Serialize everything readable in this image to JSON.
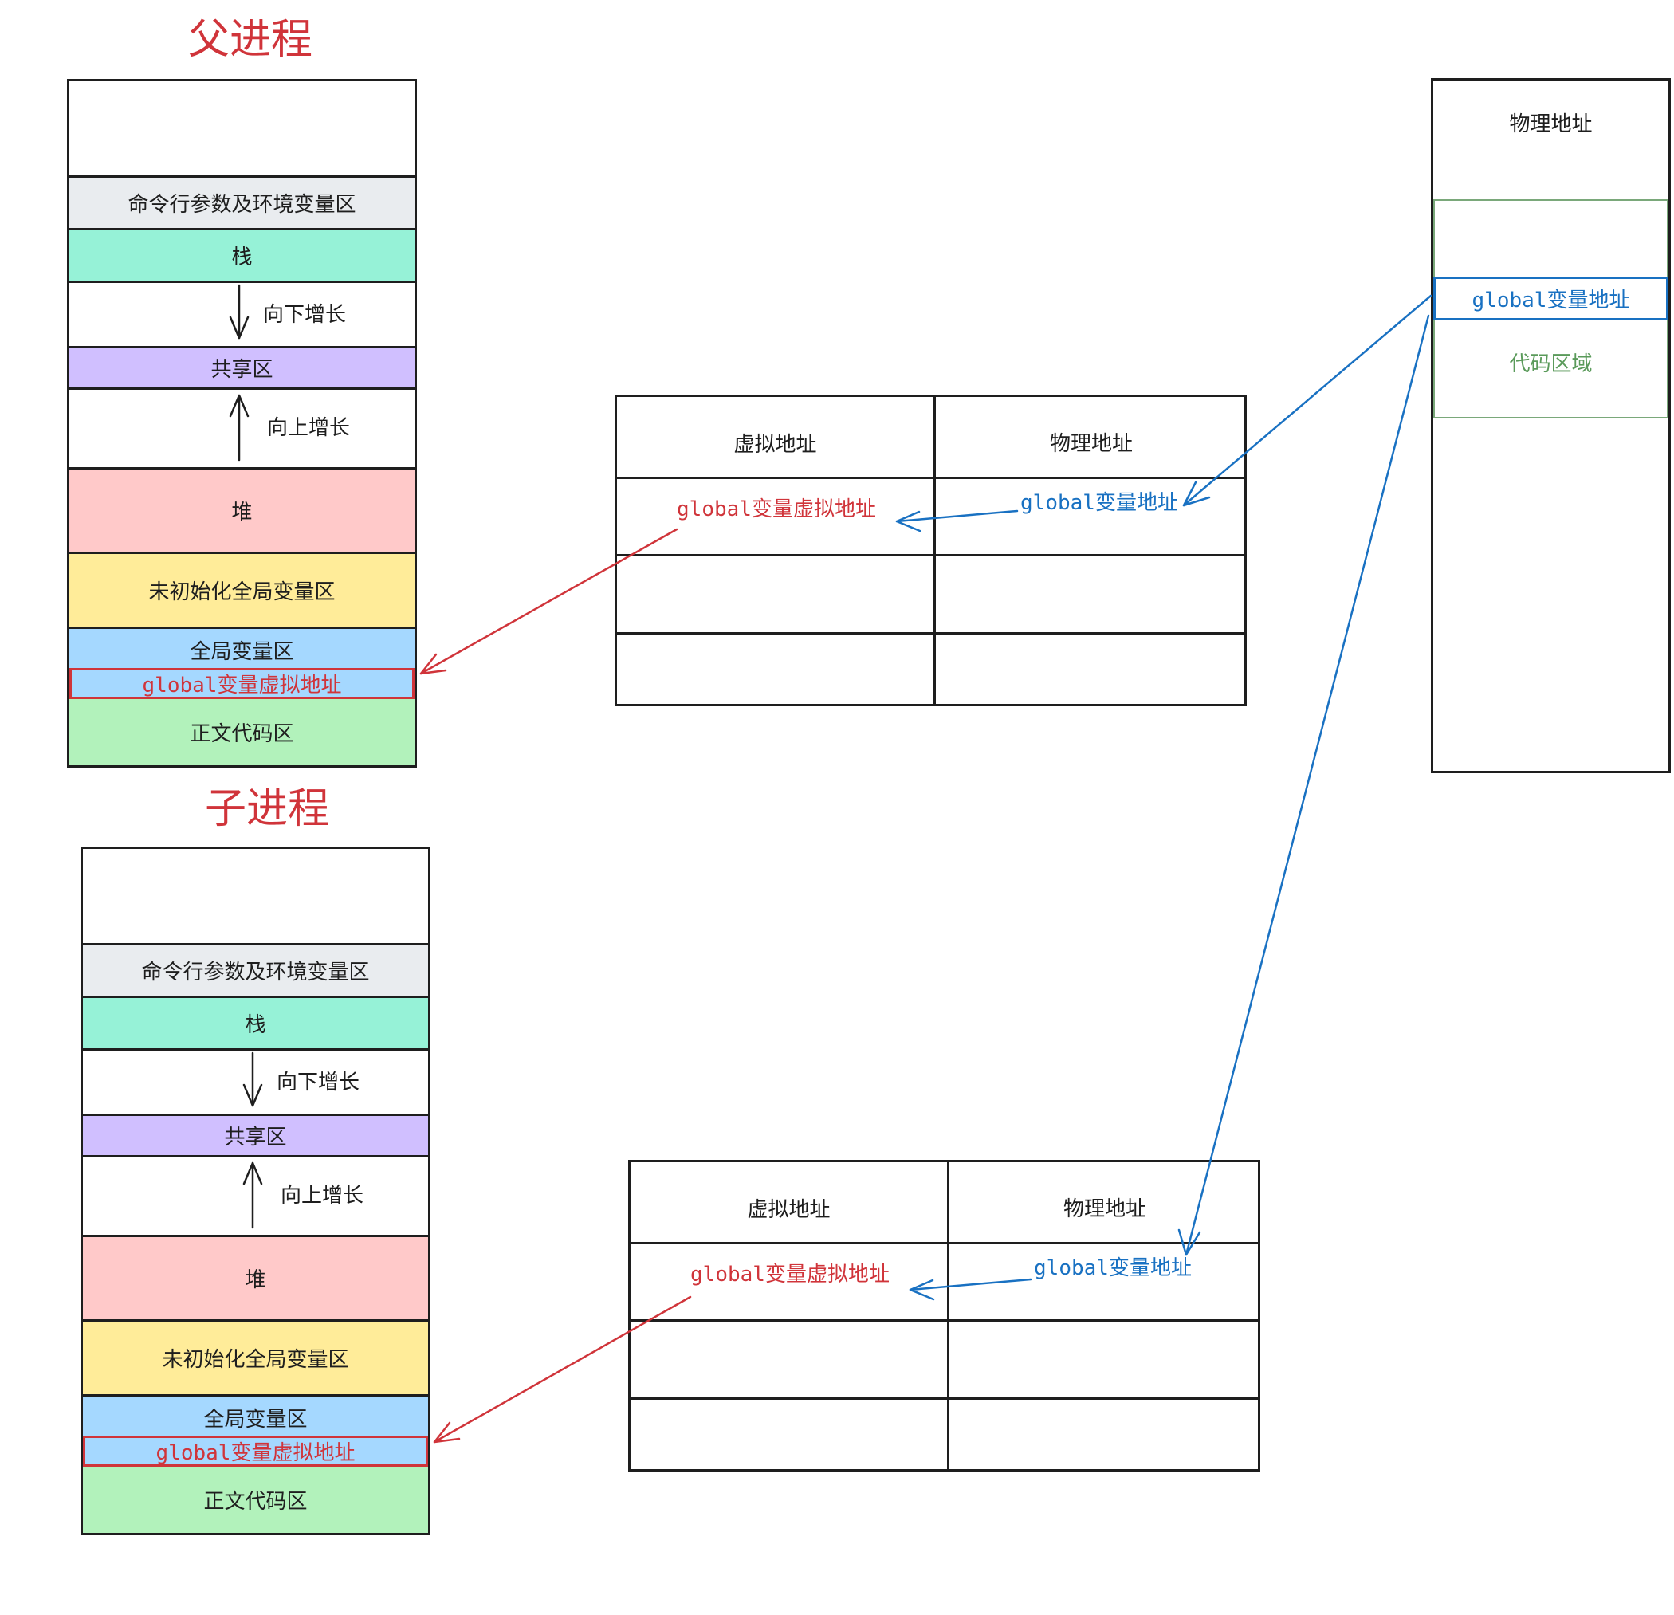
{
  "parent": {
    "title": "父进程",
    "segments": {
      "args_env": "命令行参数及环境变量区",
      "stack": "栈",
      "grow_down": "向下增长",
      "shared": "共享区",
      "grow_up": "向上增长",
      "heap": "堆",
      "bss": "未初始化全局变量区",
      "data": "全局变量区",
      "global_virtual": "global变量虚拟地址",
      "text": "正文代码区"
    }
  },
  "child": {
    "title": "子进程",
    "segments": {
      "args_env": "命令行参数及环境变量区",
      "stack": "栈",
      "grow_down": "向下增长",
      "shared": "共享区",
      "grow_up": "向上增长",
      "heap": "堆",
      "bss": "未初始化全局变量区",
      "data": "全局变量区",
      "global_virtual": "global变量虚拟地址",
      "text": "正文代码区"
    }
  },
  "parent_page_table": {
    "header_virtual": "虚拟地址",
    "header_physical": "物理地址",
    "row_virtual": "global变量虚拟地址",
    "row_physical": "global变量地址"
  },
  "child_page_table": {
    "header_virtual": "虚拟地址",
    "header_physical": "物理地址",
    "row_virtual": "global变量虚拟地址",
    "row_physical": "global变量地址"
  },
  "physical_memory": {
    "title": "物理地址",
    "global_address": "global变量地址",
    "code_region": "代码区域"
  },
  "colors": {
    "args_env": "#e9ecef",
    "stack": "#96f2d7",
    "shared": "#d0bfff",
    "heap": "#ffc9c9",
    "bss": "#ffec99",
    "data": "#a5d8ff",
    "text": "#b2f2bb",
    "red": "#d0343a",
    "blue": "#1971c2",
    "green": "#5a9a5a"
  }
}
